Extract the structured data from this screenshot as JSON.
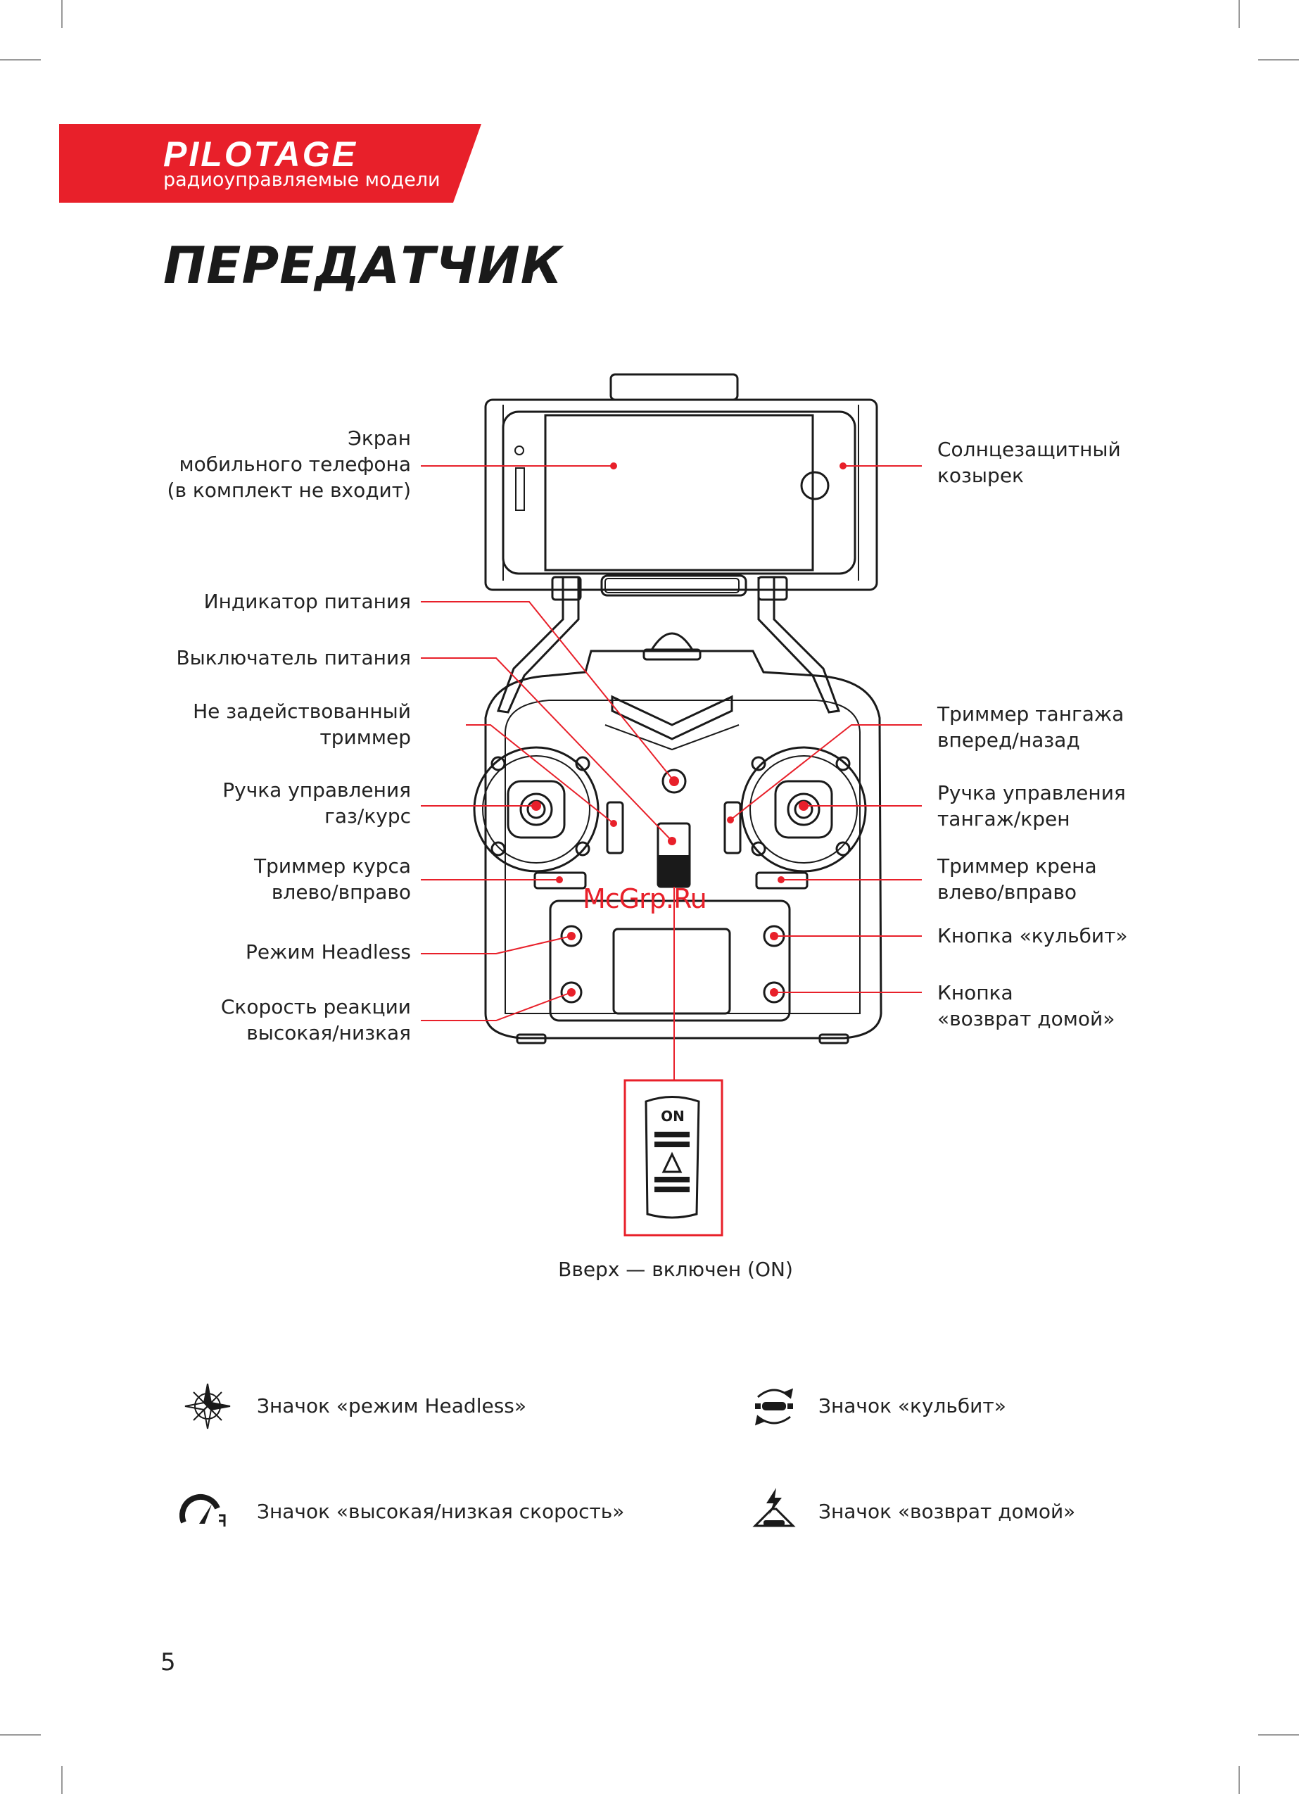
{
  "brand": {
    "name": "PILOTAGE",
    "tagline": "радиоуправляемые модели",
    "color": "#e8202a"
  },
  "title": "ПЕРЕДАТЧИК",
  "labels_left": [
    {
      "id": "phone-screen",
      "text": "Экран\nмобильного телефона\n(в комплект не входит)"
    },
    {
      "id": "power-indicator",
      "text": "Индикатор питания"
    },
    {
      "id": "power-switch",
      "text": "Выключатель питания"
    },
    {
      "id": "unused-trimmer",
      "text": "Не задействованный\nтриммер"
    },
    {
      "id": "throttle-yaw-stick",
      "text": "Ручка управления\nгаз/курс"
    },
    {
      "id": "yaw-trimmer",
      "text": "Триммер курса\nвлево/вправо"
    },
    {
      "id": "headless-mode",
      "text": "Режим Headless"
    },
    {
      "id": "speed-mode",
      "text": "Скорость реакции\nвысокая/низкая"
    }
  ],
  "labels_right": [
    {
      "id": "sun-visor",
      "text": "Солнцезащитный\nкозырек"
    },
    {
      "id": "pitch-trimmer",
      "text": "Триммер тангажа\nвперед/назад"
    },
    {
      "id": "pitch-roll-stick",
      "text": "Ручка управления\nтангаж/крен"
    },
    {
      "id": "roll-trimmer",
      "text": "Триммер крена\nвлево/вправо"
    },
    {
      "id": "flip-button",
      "text": "Кнопка «кульбит»"
    },
    {
      "id": "return-home-button",
      "text": "Кнопка\n«возврат домой»"
    }
  ],
  "switch_label": "ON",
  "switch_caption": "Вверх — включен (ON)",
  "watermark": "McGrp.Ru",
  "legend": [
    {
      "icon": "compass-icon",
      "text": "Значок «режим Headless»"
    },
    {
      "icon": "flip-icon",
      "text": "Значок «кульбит»"
    },
    {
      "icon": "speedometer-icon",
      "text": "Значок «высокая/низкая скорость»"
    },
    {
      "icon": "return-home-icon",
      "text": "Значок «возврат домой»"
    }
  ],
  "page_number": "5"
}
